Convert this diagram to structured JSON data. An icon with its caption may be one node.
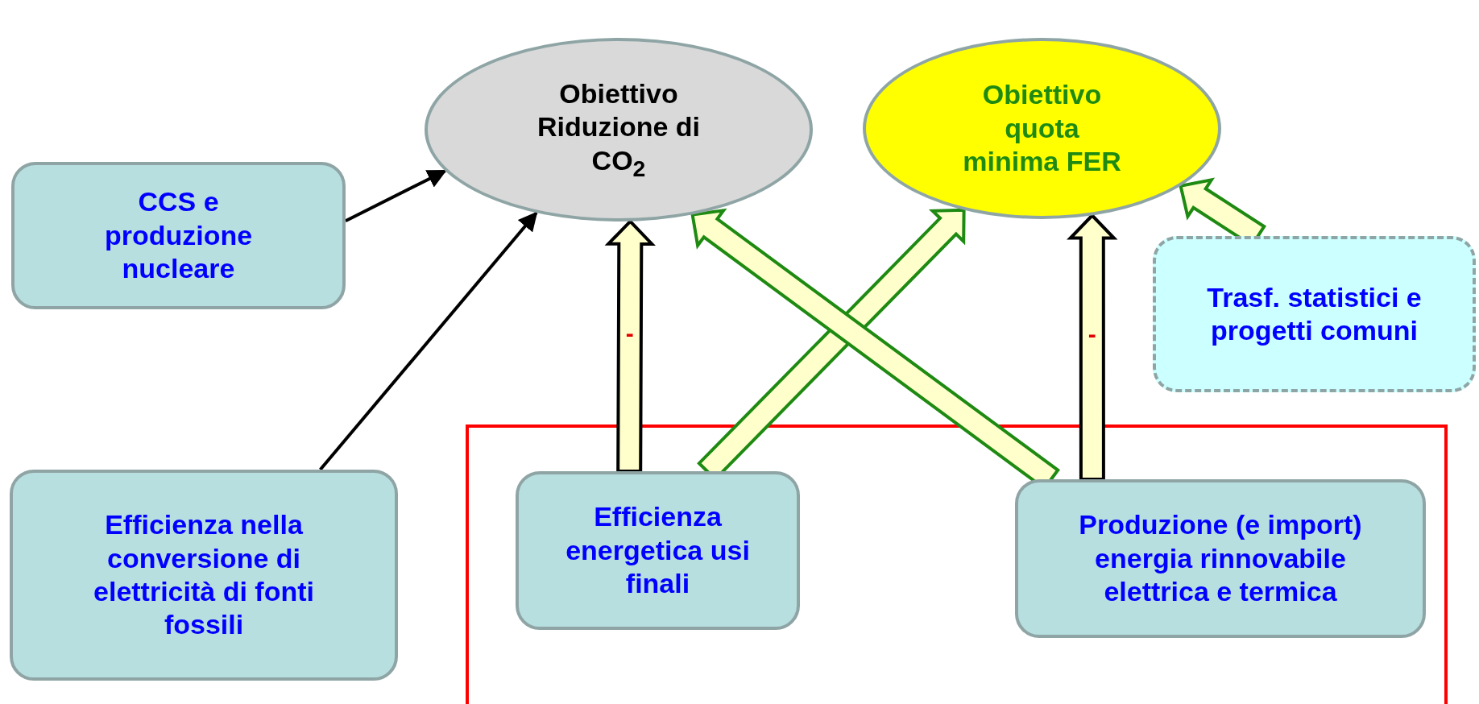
{
  "diagram": {
    "nodes": [
      {
        "text": [
          "Obiettivo Riduzione di CO$_{2}$"
        ]
      },
      {
        "text": [
          "Obiettivo quota minima FER"
        ]
      },
      {
        "text": [
          "CCS e produzione nucleare"
        ]
      },
      {
        "text": [
          "Trasf. statistici e progetti comuni"
        ]
      },
      {
        "text": [
          "Efficienza nella conversione di elettricità di fonti fossili"
        ]
      },
      {
        "text": [
          "Efficienza energetica usi finali"
        ]
      },
      {
        "text": [
          "Produzione (e import) energia rinnovabile elettrica e termica"
        ]
      }
    ],
    "edges": [
      {
        "from": 2,
        "to": 0,
        "arrow": "to"
      },
      {
        "from": 4,
        "to": 0,
        "arrow": "to"
      },
      {
        "from": 5,
        "to": 0,
        "arrow": "to",
        "style": "thick",
        "label": "-"
      },
      {
        "from": 5,
        "to": 1,
        "arrow": "to",
        "style": "thick",
        "color": "#1e8a12"
      },
      {
        "from": 6,
        "to": 0,
        "arrow": "to",
        "style": "thick",
        "color": "#1e8a12"
      },
      {
        "from": 6,
        "to": 1,
        "arrow": "to",
        "style": "thick",
        "label": "-"
      },
      {
        "from": 3,
        "to": 1,
        "arrow": "to",
        "style": "thick",
        "color": "#1e8a12"
      }
    ]
  }
}
